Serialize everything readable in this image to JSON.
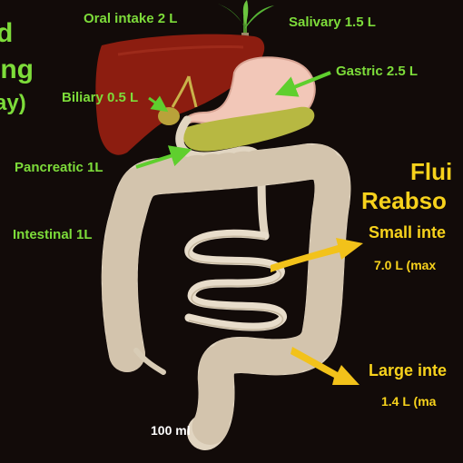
{
  "title_left": {
    "line1": "d",
    "line2": "ing",
    "line3": "ay)"
  },
  "sources": {
    "oral": "Oral intake 2 L",
    "salivary": "Salivary 1.5 L",
    "gastric": "Gastric 2.5 L",
    "biliary": "Biliary 0.5 L",
    "pancreatic": "Pancreatic 1L",
    "intestinal": "Intestinal 1L"
  },
  "reabsorption": {
    "title_line1": "Flui",
    "title_line2": "Reabso",
    "small_label": "Small inte",
    "small_value": "7.0 L  (max",
    "large_label": "Large inte",
    "large_value": "1.4 L  (ma"
  },
  "stool": "100 ml",
  "colors": {
    "background": "#120b09",
    "green_label": "#7ddc3a",
    "yellow_label": "#f7d21c",
    "liver": "#8c1d10",
    "stomach": "#f2c7b8",
    "pancreas": "#b7b842",
    "intestine": "#e1d5c1"
  }
}
